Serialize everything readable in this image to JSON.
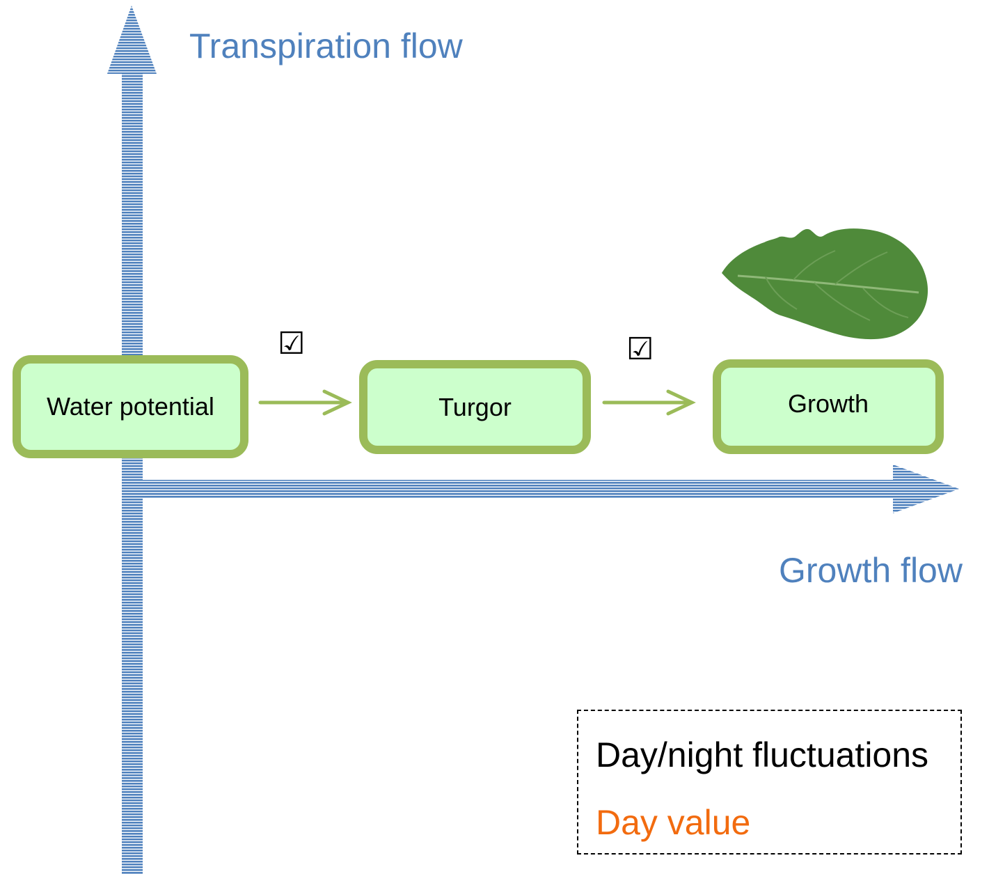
{
  "axes": {
    "vertical_label": "Transpiration flow",
    "horizontal_label": "Growth flow"
  },
  "nodes": [
    {
      "label": "Water potential"
    },
    {
      "label": "Turgor"
    },
    {
      "label": "Growth"
    }
  ],
  "checks": [
    "☑",
    "☑"
  ],
  "legend": {
    "line1": "Day/night fluctuations",
    "line2": "Day value"
  },
  "colors": {
    "axis_blue": "#4f81bd",
    "node_fill": "#ccffcc",
    "node_border": "#9bbb59",
    "legend_orange": "#f26b0f",
    "leaf_green": "#4f8a3a"
  }
}
